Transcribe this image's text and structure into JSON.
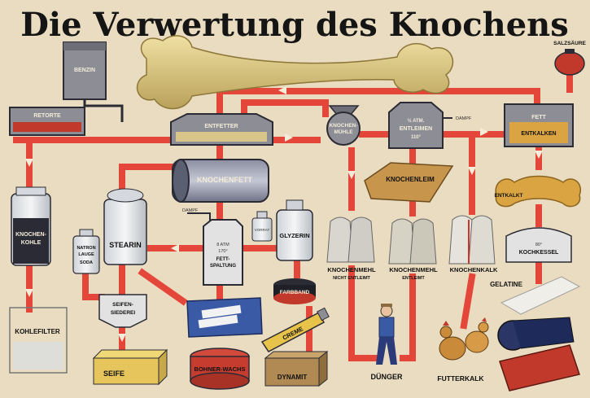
{
  "title": "Die Verwertung des Knochens",
  "colors": {
    "paper": "#e9dcc0",
    "pipe": "#e4473a",
    "machine": "#8d8d96",
    "bone": "#d9c27a",
    "dark": "#2b2b36"
  },
  "machines": {
    "benzin": "BENZIN",
    "retorte": "RETORTE",
    "entfetter": "ENTFETTER",
    "muehle_line1": "KNOCHEN-",
    "muehle_line2": "MÜHLE",
    "entleimen_line1": "½ ATM.",
    "entleimen_line2": "ENTLEIMEN",
    "entleimen_line3": "110°",
    "dampf_right": "DAMPF",
    "entkalken_line1": "FETT",
    "entkalken_line2": "ENTKALKEN",
    "salzsaeure": "SALZSÄURE",
    "knochenfett": "KNOCHENFETT",
    "dampf_left": "DAMPF",
    "spaltung_line1": "8 ATM",
    "spaltung_line2": "170°",
    "spaltung_line3": "FETT-",
    "spaltung_line4": "SPALTUNG",
    "vorratsgefaess": "VORRAT",
    "seifensiederei_line1": "SEIFEN-",
    "seifensiederei_line2": "SIEDEREI",
    "kochkessel_line1": "80°",
    "kochkessel_line2": "KOCHKESSEL",
    "knochenleim": "KNOCHENLEIM",
    "entkalkt": "ENTKALKT"
  },
  "products": {
    "knochenkohle_line1": "KNOCHEN-",
    "knochenkohle_line2": "KOHLE",
    "natronlauge_line1": "NATRON",
    "natronlauge_line2": "LAUGE",
    "natronlauge_line3": "SODA",
    "stearin": "STEARIN",
    "glyzerin": "GLYZERIN",
    "farbband": "FARBBAND",
    "creme": "CREME",
    "dynamit": "DYNAMIT",
    "seife": "SEIFE",
    "bohnerwachs": "BOHNER-WACHS",
    "kohlefilter": "KOHLEFILTER",
    "knochenmehl1_line1": "KNOCHENMEHL",
    "knochenmehl1_line2": "NICHT ENTLEIMT",
    "knochenmehl2_line1": "KNOCHENMEHL",
    "knochenmehl2_line2": "ENTLEIMT",
    "knochenkalk": "KNOCHENKALK",
    "gelatine": "GELATINE",
    "duenger": "DÜNGER",
    "futterkalk": "FUTTERKALK"
  }
}
